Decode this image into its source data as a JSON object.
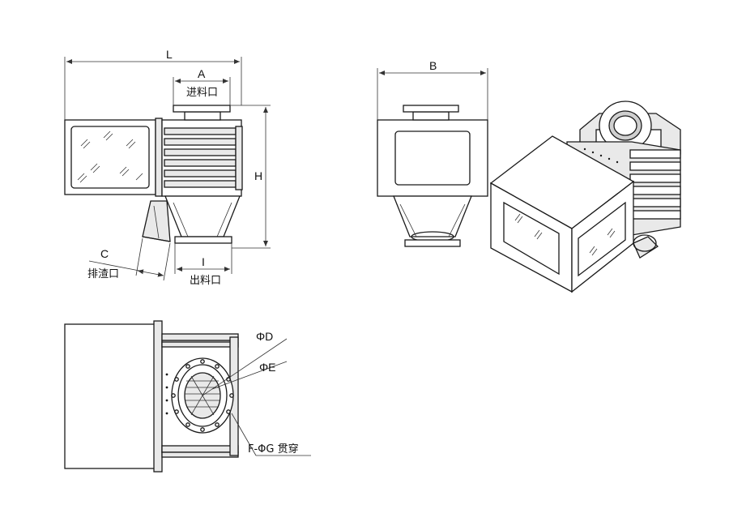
{
  "labels": {
    "L": "L",
    "A": "A",
    "H": "H",
    "B": "B",
    "C": "C",
    "I": "I",
    "inlet": "进料口",
    "outlet": "出料口",
    "slag_outlet": "排渣口",
    "phi_d": "ΦD",
    "phi_e": "ΦE",
    "f_phi_g": "F-ΦG 贯穿"
  },
  "colors": {
    "line": "#1a1a1a",
    "panel_fill": "#e9e9e9",
    "background": "#ffffff"
  }
}
